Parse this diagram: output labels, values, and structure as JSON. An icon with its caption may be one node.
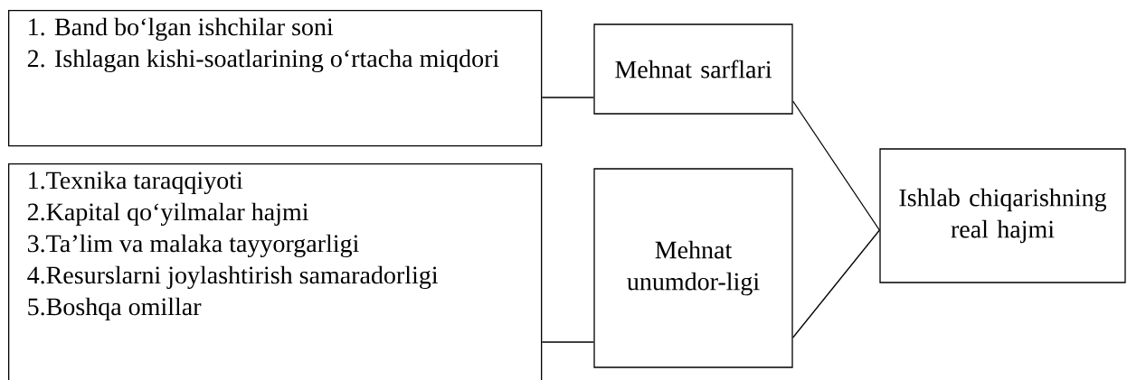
{
  "diagram": {
    "nodes": [
      {
        "text": [
          "1. Band bo‘lgan ishchilar soni",
          "2. Ishlagan kishi-soatlarining o‘rtacha miqdori"
        ]
      },
      {
        "text": [
          "1.Texnika taraqqiyoti",
          "2.Kapital qo‘yilmalar hajmi",
          "3.Ta’lim va malaka tayyorgarligi",
          "4.Resurslarni joylashtirish samaradorligi",
          "5.Boshqa omillar"
        ]
      },
      {
        "text": [
          "Mehnat sarflari"
        ]
      },
      {
        "text": [
          "Mehnat unumdor-ligi"
        ]
      },
      {
        "text": [
          "Ishlab chiqarishning real hajmi"
        ]
      }
    ],
    "edges": [
      {
        "from": 0,
        "to": 2,
        "arrow": "none"
      },
      {
        "from": 1,
        "to": 3,
        "arrow": "none"
      },
      {
        "from": 2,
        "to": 4,
        "arrow": "none"
      },
      {
        "from": 3,
        "to": 4,
        "arrow": "none"
      }
    ]
  }
}
